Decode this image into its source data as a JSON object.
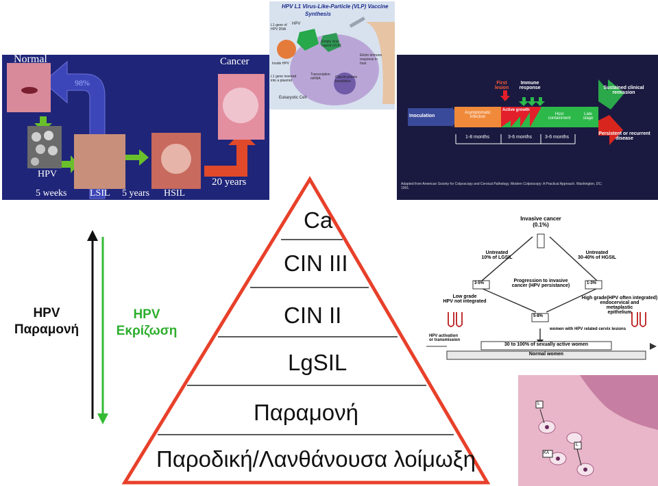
{
  "progression_panel": {
    "normal": "Normal",
    "cancer": "Cancer",
    "pct": "98%",
    "hpv": "HPV",
    "weeks": "5 weeks",
    "lsil": "LSIL",
    "years5": "5 years",
    "hsil": "HSIL",
    "years20": "20 years",
    "colors": {
      "bg": "#1f2578",
      "arrow_blue": "#3d46b8",
      "arrow_green": "#6ac02b",
      "arrow_red": "#e0492a"
    }
  },
  "vaccine_panel": {
    "title": "HPV L1 Virus-Like-Particle (VLP) Vaccine",
    "subtitle": "Synthesis",
    "labels": [
      "L1 gene of HPV DNA",
      "HPV",
      "Empty viral capsid (VLP)",
      "Inside HPV",
      "L1 gene inserted into a plasmid",
      "Transcription mRNA",
      "Capsid protein translation",
      "Elicits immune response in host",
      "Eukaryotic Cell"
    ]
  },
  "timeline_panel": {
    "first_lesion": "First lesion",
    "immune_response": "Immune response",
    "sustained": "Sustained clinical remission",
    "inoculation": "Inoculation",
    "asymptomatic": "Asymptomatic infection",
    "active_growth": "Active growth",
    "host_containment": "Host containment",
    "late_stage": "Late stage",
    "persistent": "Persistent or recurrent disease",
    "months1": "1-8 months",
    "months2": "3-6 months",
    "months3": "3-6 months",
    "source": "Adapted from American Society for Colposcopy and Cervical Pathology. Modern Colposcopy: A Practical Approach. Washington, DC; 1991."
  },
  "side_labels": {
    "left_line1": "HPV",
    "left_line2": "Παραμονή",
    "right_line1": "HPV",
    "right_line2": "Εκρίζωση",
    "colors": {
      "left": "#111111",
      "right": "#2eae2e",
      "left_arrow": "#111111",
      "right_arrow": "#33bb33"
    }
  },
  "pyramid": {
    "levels": [
      "Ca",
      "CIN III",
      "CIN II",
      "LgSIL",
      "Παραμονή",
      "Παροδική/Λανθάνουσα λοίμωξη"
    ],
    "colors": {
      "outline": "#e8402a",
      "line": "#222222"
    }
  },
  "flow_panel": {
    "invasive_cancer": "Invasive cancer",
    "invasive_pct": "(0.1%)",
    "untreated_left": "Untreated",
    "untreated_left2": "10% of LGSIL",
    "untreated_right": "Untreated",
    "untreated_right2": "30-40% of HGSIL",
    "pct_left": "3-5%",
    "progression": "Progression to invasive",
    "progression2": "cancer (HPV persistance)",
    "pct_right": "1-3%",
    "low_grade": "Low grade",
    "low_grade2": "HPV not integrated",
    "high_grade": "High grade(HPV often integrated)",
    "high_grade2": "endocervical and",
    "high_grade3": "metaplastic",
    "high_grade4": "epithelium",
    "pct_mid": "5-8%",
    "women_cervix": "women with HPV related cervix lesions",
    "activation": "HPV activation",
    "activation2": "or transmission",
    "active_women": "30 to 100% of sexually active women",
    "normal_women": "Normal women"
  },
  "histology_panel": {
    "label_l1": "L",
    "label_ka": "KA",
    "label_l2": "L"
  }
}
